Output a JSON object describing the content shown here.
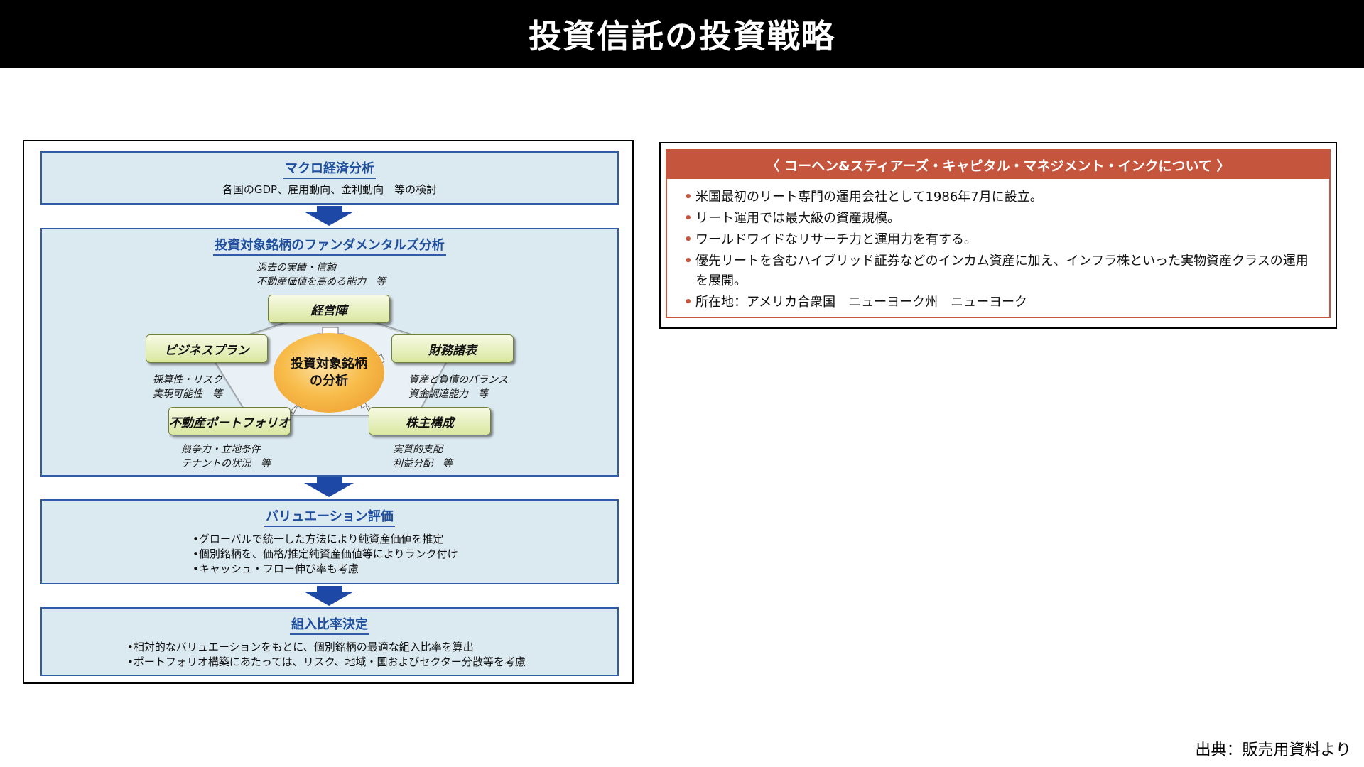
{
  "header": {
    "title": "投資信託の投資戦略"
  },
  "flow": {
    "steps": [
      {
        "title": "マクロ経済分析",
        "lines": [
          "各国のGDP、雇用動向、金利動向　等の検討"
        ]
      },
      {
        "title": "投資対象銘柄のファンダメンタルズ分析"
      },
      {
        "title": "バリュエーション評価",
        "lines": [
          "•グローバルで統一した方法により純資産価値を推定",
          "•個別銘柄を、価格/推定純資産価値等によりランク付け",
          "•キャッシュ・フロー伸び率も考慮"
        ]
      },
      {
        "title": "組入比率決定",
        "lines": [
          "•相対的なバリュエーションをもとに、個別銘柄の最適な組入比率を算出",
          "•ポートフォリオ構築にあたっては、リスク、地域・国およびセクター分散等を考慮"
        ]
      }
    ],
    "hexagon": {
      "center": [
        "投資対象銘柄",
        "の分析"
      ],
      "nodes": {
        "management": {
          "label": "経営陣",
          "notes": [
            "過去の実績・信頼",
            "不動産価値を高める能力　等"
          ]
        },
        "business_plan": {
          "label": "ビジネスプラン",
          "notes": [
            "採算性・リスク",
            "実現可能性　等"
          ]
        },
        "financials": {
          "label": "財務諸表",
          "notes": [
            "資産と負債のバランス",
            "資金調達能力　等"
          ]
        },
        "real_estate_portfolio": {
          "label": "不動産ポートフォリオ",
          "notes": [
            "競争力・立地条件",
            "テナントの状況　等"
          ]
        },
        "shareholder_structure": {
          "label": "株主構成",
          "notes": [
            "実質的支配",
            "利益分配　等"
          ]
        }
      }
    }
  },
  "info": {
    "heading": "〈 コーヘン&スティアーズ・キャピタル・マネジメント・インクについて 〉",
    "bullet_symbol": "•",
    "items": [
      "米国最初のリート専門の運用会社として1986年7月に設立。",
      "リート運用では最大級の資産規模。",
      "ワールドワイドなリサーチ力と運用力を有する。",
      "優先リートを含むハイブリッド証券などのインカム資産に加え、インフラ株といった実物資産クラスの運用を展開。",
      "所在地：アメリカ合衆国　ニューヨーク州　ニューヨーク"
    ],
    "accent_color": "#c6553e"
  },
  "source": "出典：販売用資料より",
  "colors": {
    "step_fill": "#dbe9f1",
    "step_border": "#2f5ba7",
    "arrow": "#1e48a6",
    "header_bg": "#000000"
  }
}
